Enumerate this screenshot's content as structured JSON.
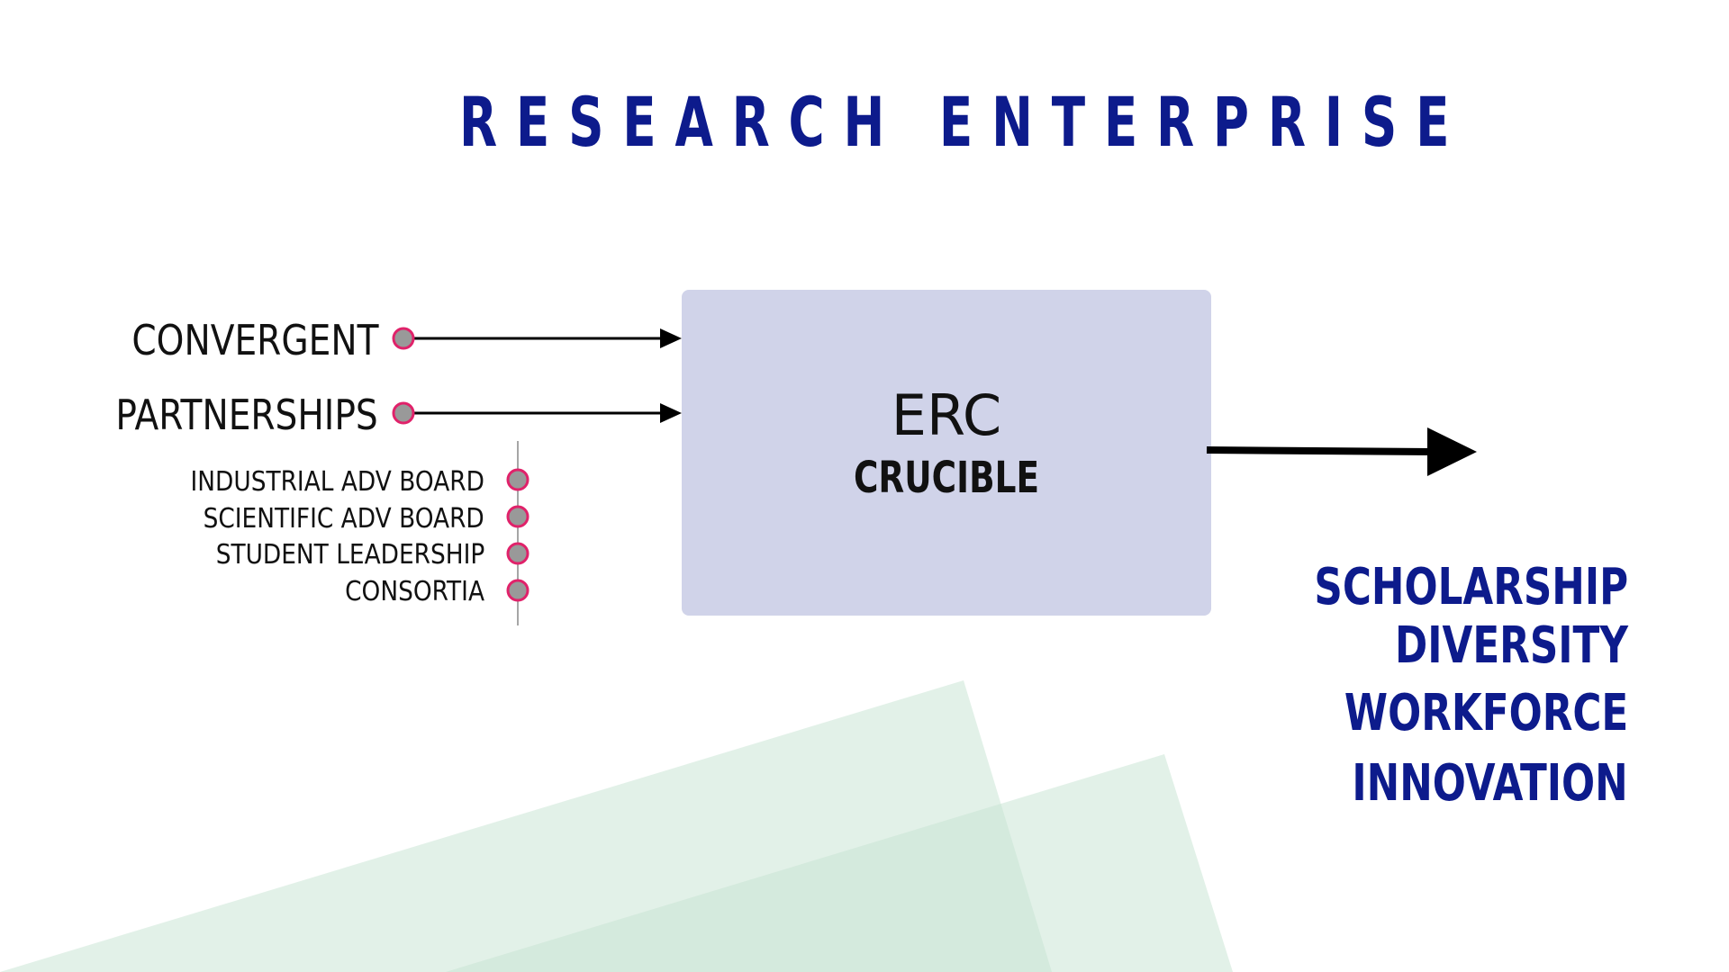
{
  "title": "RESEARCH ENTERPRISE",
  "center": {
    "title": "ERC",
    "subtitle": "CRUCIBLE"
  },
  "inputs": [
    "CONVERGENT",
    "PARTNERSHIPS"
  ],
  "partnership_items": [
    "INDUSTRIAL ADV BOARD",
    "SCIENTIFIC ADV BOARD",
    "STUDENT LEADERSHIP",
    "CONSORTIA"
  ],
  "outcomes": [
    "SCHOLARSHIP",
    "DIVERSITY",
    "WORKFORCE",
    "INNOVATION"
  ],
  "colors": {
    "title": "#0d1b8c",
    "box": "#d0d3e9",
    "node_fill": "#999999",
    "node_ring": "#e0226a",
    "arrow": "#000000",
    "bg_shape": "#c6e3d2"
  }
}
